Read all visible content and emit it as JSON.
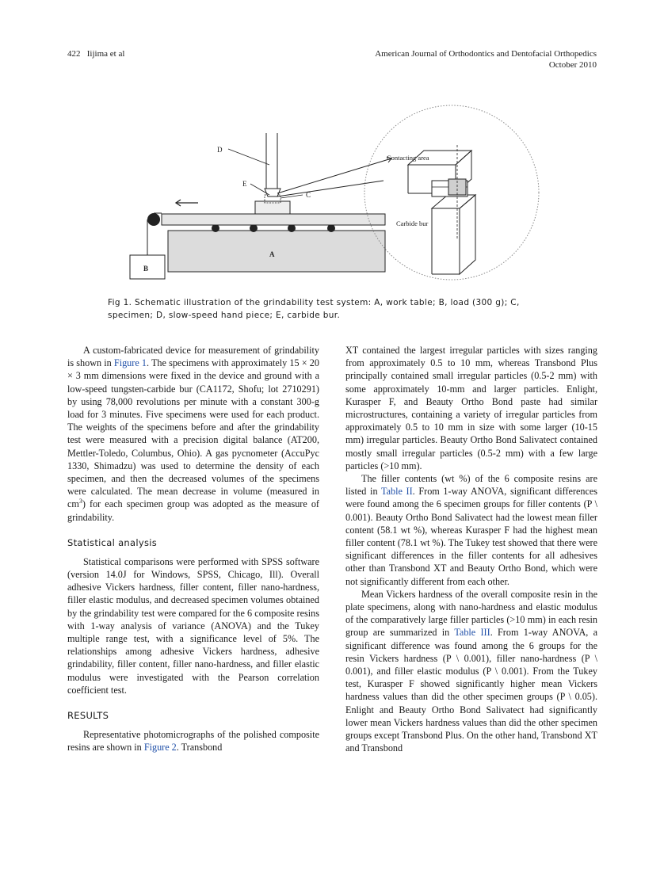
{
  "header": {
    "page_number": "422",
    "authors": "Iijima et al",
    "journal": "American Journal of Orthodontics and Dentofacial Orthopedics",
    "issue": "October 2010"
  },
  "figure": {
    "labels": {
      "A": "A",
      "B": "B",
      "C": "C",
      "D": "D",
      "E": "E",
      "contacting_area": "Contacting area",
      "carbide_bur": "Carbide bur"
    },
    "caption": "Fig 1. Schematic illustration of the grindability test system: A, work table; B, load (300 g); C, specimen; D, slow-speed hand piece; E, carbide bur."
  },
  "left_column": {
    "p1_a": "A custom-fabricated device for measurement of grindability is shown in ",
    "p1_link": "Figure 1",
    "p1_b": ". The specimens with approximately 15 × 20 × 3 mm dimensions were fixed in the device and ground with a low-speed tungsten-carbide bur (CA1172, Shofu; lot 2710291) by using 78,000 revolutions per minute with a constant 300-g load for 3 minutes. Five specimens were used for each product. The weights of the specimens before and after the grindability test were measured with a precision digital balance (AT200, Mettler-Toledo, Columbus, Ohio). A gas pycnometer (AccuPyc 1330, Shimadzu) was used to determine the density of each specimen, and then the decreased volumes of the specimens were calculated. The mean decrease in volume (measured in cm",
    "p1_sup": "3",
    "p1_c": ") for each specimen group was adopted as the measure of grindability.",
    "heading_stats": "Statistical analysis",
    "p2": "Statistical comparisons were performed with SPSS software (version 14.0J for Windows, SPSS, Chicago, Ill). Overall adhesive Vickers hardness, filler content, filler nano-hardness, filler elastic modulus, and decreased specimen volumes obtained by the grindability test were compared for the 6 composite resins with 1-way analysis of variance (ANOVA) and the Tukey multiple range test, with a significance level of 5%. The relationships among adhesive Vickers hardness, adhesive grindability, filler content, filler nano-hardness, and filler elastic modulus were investigated with the Pearson correlation coefficient test.",
    "heading_results": "RESULTS",
    "p3_a": "Representative photomicrographs of the polished composite resins are shown in ",
    "p3_link": "Figure 2",
    "p3_b": ". Transbond"
  },
  "right_column": {
    "p1": "XT contained the largest irregular particles with sizes ranging from approximately 0.5 to 10 mm, whereas Transbond Plus principally contained small irregular particles (0.5-2 mm) with some approximately 10-mm and larger particles. Enlight, Kurasper F, and Beauty Ortho Bond paste had similar microstructures, containing a variety of irregular particles from approximately 0.5 to 10 mm in size with some larger (10-15 mm) irregular particles. Beauty Ortho Bond Salivatect contained mostly small irregular particles (0.5-2 mm) with a few large particles (>10 mm).",
    "p2_a": "The filler contents (wt %) of the 6 composite resins are listed in ",
    "p2_link": "Table II",
    "p2_b": ". From 1-way ANOVA, significant differences were found among the 6 specimen groups for filler contents (P \\ 0.001). Beauty Ortho Bond Salivatect had the lowest mean filler content (58.1 wt %), whereas Kurasper F had the highest mean filler content (78.1 wt %). The Tukey test showed that there were significant differences in the filler contents for all adhesives other than Transbond XT and Beauty Ortho Bond, which were not significantly different from each other.",
    "p3_a": "Mean Vickers hardness of the overall composite resin in the plate specimens, along with nano-hardness and elastic modulus of the comparatively large filler particles (>10 mm) in each resin group are summarized in ",
    "p3_link": "Table III",
    "p3_b": ". From 1-way ANOVA, a significant difference was found among the 6 groups for the resin Vickers hardness (P \\ 0.001), filler nano-hardness (P \\ 0.001), and filler elastic modulus (P \\ 0.001). From the Tukey test, Kurasper F showed significantly higher mean Vickers hardness values than did the other specimen groups (P \\ 0.05). Enlight and Beauty Ortho Bond Salivatect had significantly lower mean Vickers hardness values than did the other specimen groups except Transbond Plus. On the other hand, Transbond XT and Transbond"
  }
}
